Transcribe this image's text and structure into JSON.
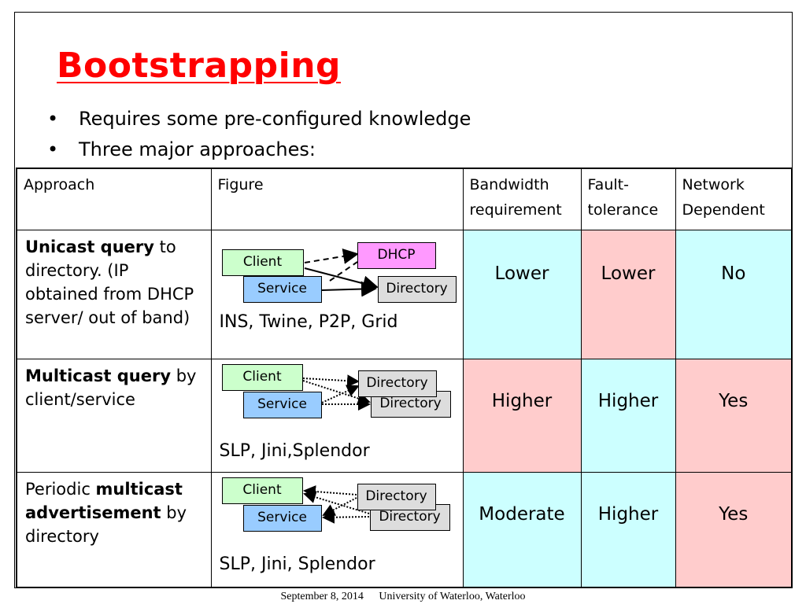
{
  "slide": {
    "title": "Bootstrapping",
    "bullets": [
      {
        "marker": "•",
        "text": "Requires some pre-configured knowledge"
      },
      {
        "marker": "•",
        "text": "Three major approaches:"
      }
    ]
  },
  "table": {
    "headers": {
      "approach": "Approach",
      "figure": "Figure",
      "bandwidth_1": "Bandwidth",
      "bandwidth_2": "requirement",
      "fault_1": "Fault-",
      "fault_2": "tolerance",
      "network_1": "Network",
      "network_2": "Dependent"
    },
    "rows": [
      {
        "approach_bold": "Unicast query",
        "approach_rest": " to directory. (IP obtained from DHCP server/ out of band)",
        "figure": {
          "client": "Client",
          "service": "Service",
          "dhcp": "DHCP",
          "directory": "Directory",
          "caption": "INS, Twine, P2P, Grid"
        },
        "bandwidth": "Lower",
        "fault": "Lower",
        "network": "No"
      },
      {
        "approach_bold": "Multicast query",
        "approach_rest": " by client/service",
        "figure": {
          "client": "Client",
          "service": "Service",
          "directory_a": "Directory",
          "directory_b": "Directory",
          "caption": "SLP, Jini,Splendor"
        },
        "bandwidth": "Higher",
        "fault": "Higher",
        "network": "Yes"
      },
      {
        "approach_pre": "Periodic ",
        "approach_bold": "multicast advertisement",
        "approach_rest": " by directory",
        "figure": {
          "client": "Client",
          "service": "Service",
          "directory_a": "Directory",
          "directory_b": "Directory",
          "caption": "SLP, Jini, Splendor"
        },
        "bandwidth": "Moderate",
        "fault": "Higher",
        "network": "Yes"
      }
    ]
  },
  "footer": {
    "date": "September 8, 2014",
    "org": "University of Waterloo, Waterloo"
  },
  "colors": {
    "title": "#ff0000",
    "cell_cyan": "#ccffff",
    "cell_pink": "#ffcccc",
    "box_green": "#ccffcc",
    "box_blue": "#99ccff",
    "box_magenta": "#ff99ff",
    "box_gray": "#dddddd"
  }
}
